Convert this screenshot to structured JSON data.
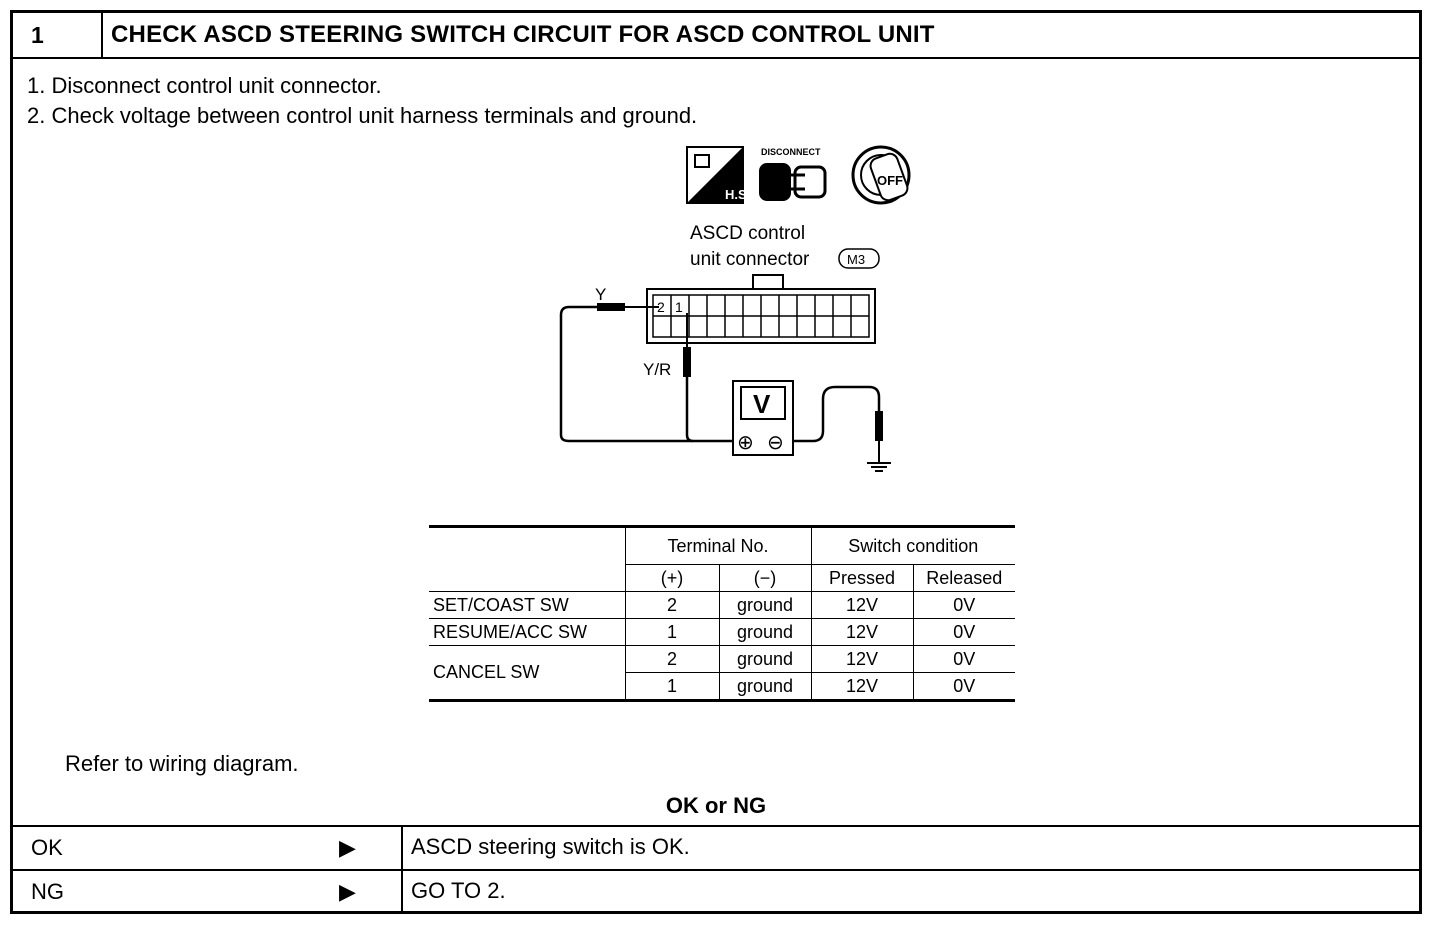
{
  "header": {
    "step_number": "1",
    "title": "CHECK ASCD STEERING SWITCH CIRCUIT FOR ASCD CONTROL UNIT"
  },
  "steps": [
    "1.  Disconnect control unit connector.",
    "2.  Check voltage between control unit harness terminals and ground."
  ],
  "diagram": {
    "icon_hs_text": "H.S.",
    "icon_disconnect_text": "DISCONNECT",
    "icon_key_text": "OFF",
    "connector_label_line1": "ASCD control",
    "connector_label_line2": "unit connector",
    "connector_id": "M3",
    "pin_2": "2",
    "pin_1": "1",
    "wire_y": "Y",
    "wire_yr": "Y/R",
    "meter_letter": "V",
    "meter_plus": "⊕",
    "meter_minus": "⊖"
  },
  "table": {
    "header_terminal": "Terminal No.",
    "header_switch": "Switch condition",
    "sub_plus": "(+)",
    "sub_minus": "(−)",
    "sub_pressed": "Pressed",
    "sub_released": "Released",
    "rows": [
      {
        "label": "SET/COAST SW",
        "plus": "2",
        "minus": "ground",
        "pressed": "12V",
        "released": "0V"
      },
      {
        "label": "RESUME/ACC SW",
        "plus": "1",
        "minus": "ground",
        "pressed": "12V",
        "released": "0V"
      },
      {
        "label": "CANCEL SW",
        "plus": "2",
        "minus": "ground",
        "pressed": "12V",
        "released": "0V"
      },
      {
        "label": "",
        "plus": "1",
        "minus": "ground",
        "pressed": "12V",
        "released": "0V"
      }
    ]
  },
  "refer_text": "Refer to wiring diagram.",
  "ok_or_ng": "OK or NG",
  "results": [
    {
      "key": "OK",
      "arrow": "▶",
      "value": "ASCD steering switch is OK."
    },
    {
      "key": "NG",
      "arrow": "▶",
      "value": "GO TO 2."
    }
  ]
}
